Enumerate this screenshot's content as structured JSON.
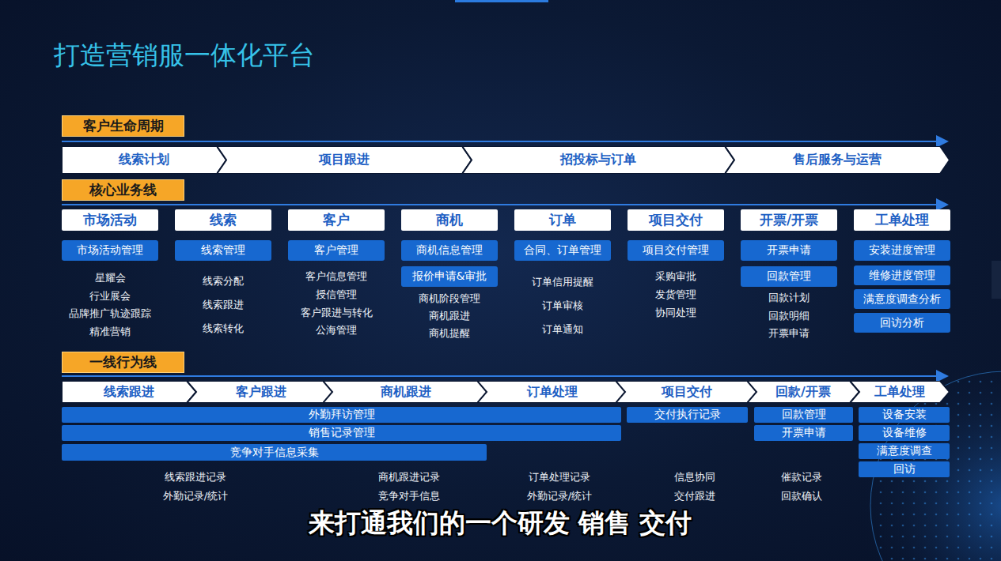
{
  "diagram": {
    "title": "打造营销服一体化平台",
    "caption": "来打通我们的一个研发 销售 交付",
    "nodes": [
      {
        "text": [
          "客户生命周期"
        ]
      },
      {
        "text": [
          "线索计划"
        ]
      },
      {
        "text": [
          "项目跟进"
        ]
      },
      {
        "text": [
          "招投标与订单"
        ]
      },
      {
        "text": [
          "售后服务与运营"
        ]
      },
      {
        "text": [
          "核心业务线"
        ]
      },
      {
        "text": [
          "市场活动"
        ]
      },
      {
        "text": [
          "线索"
        ]
      },
      {
        "text": [
          "客户"
        ]
      },
      {
        "text": [
          "商机"
        ]
      },
      {
        "text": [
          "订单"
        ]
      },
      {
        "text": [
          "项目交付"
        ]
      },
      {
        "text": [
          "开票/开票"
        ]
      },
      {
        "text": [
          "工单处理"
        ]
      },
      {
        "text": [
          "市场活动管理"
        ]
      },
      {
        "text": [
          "线索管理"
        ]
      },
      {
        "text": [
          "客户管理"
        ]
      },
      {
        "text": [
          "商机信息管理"
        ]
      },
      {
        "text": [
          "合同、订单管理"
        ]
      },
      {
        "text": [
          "项目交付管理"
        ]
      },
      {
        "text": [
          "开票申请"
        ]
      },
      {
        "text": [
          "安装进度管理"
        ]
      },
      {
        "text": [
          "报价申请&审批"
        ]
      },
      {
        "text": [
          "回款管理"
        ]
      },
      {
        "text": [
          "维修进度管理"
        ]
      },
      {
        "text": [
          "满意度调查分析"
        ]
      },
      {
        "text": [
          "回访分析"
        ]
      },
      {
        "text": [
          "一线行为线"
        ]
      },
      {
        "text": [
          "线索跟进"
        ]
      },
      {
        "text": [
          "客户跟进"
        ]
      },
      {
        "text": [
          "商机跟进"
        ]
      },
      {
        "text": [
          "订单处理"
        ]
      },
      {
        "text": [
          "项目交付"
        ]
      },
      {
        "text": [
          "回款/开票"
        ]
      },
      {
        "text": [
          "工单处理"
        ]
      },
      {
        "text": [
          "外勤拜访管理"
        ]
      },
      {
        "text": [
          "交付执行记录"
        ]
      },
      {
        "text": [
          "回款管理"
        ]
      },
      {
        "text": [
          "设备安装"
        ]
      },
      {
        "text": [
          "销售记录管理"
        ]
      },
      {
        "text": [
          "开票申请"
        ]
      },
      {
        "text": [
          "设备维修"
        ]
      },
      {
        "text": [
          "竞争对手信息采集"
        ]
      },
      {
        "text": [
          "满意度调查"
        ]
      },
      {
        "text": [
          "回访"
        ]
      }
    ],
    "labels": [
      "星耀会",
      "行业展会",
      "品牌推广轨迹跟踪",
      "精准营销",
      "线索分配",
      "线索跟进",
      "线索转化",
      "客户信息管理",
      "授信管理",
      "客户跟进与转化",
      "公海管理",
      "商机阶段管理",
      "商机跟进",
      "商机提醒",
      "订单信用提醒",
      "订单审核",
      "订单通知",
      "采购审批",
      "发货管理",
      "协同处理",
      "回款计划",
      "回款明细",
      "开票申请",
      "线索跟进记录",
      "外勤记录/统计",
      "商机跟进记录",
      "竞争对手信息",
      "订单处理记录",
      "外勤记录/统计",
      "信息协同",
      "交付跟进",
      "催款记录",
      "回款确认"
    ]
  }
}
